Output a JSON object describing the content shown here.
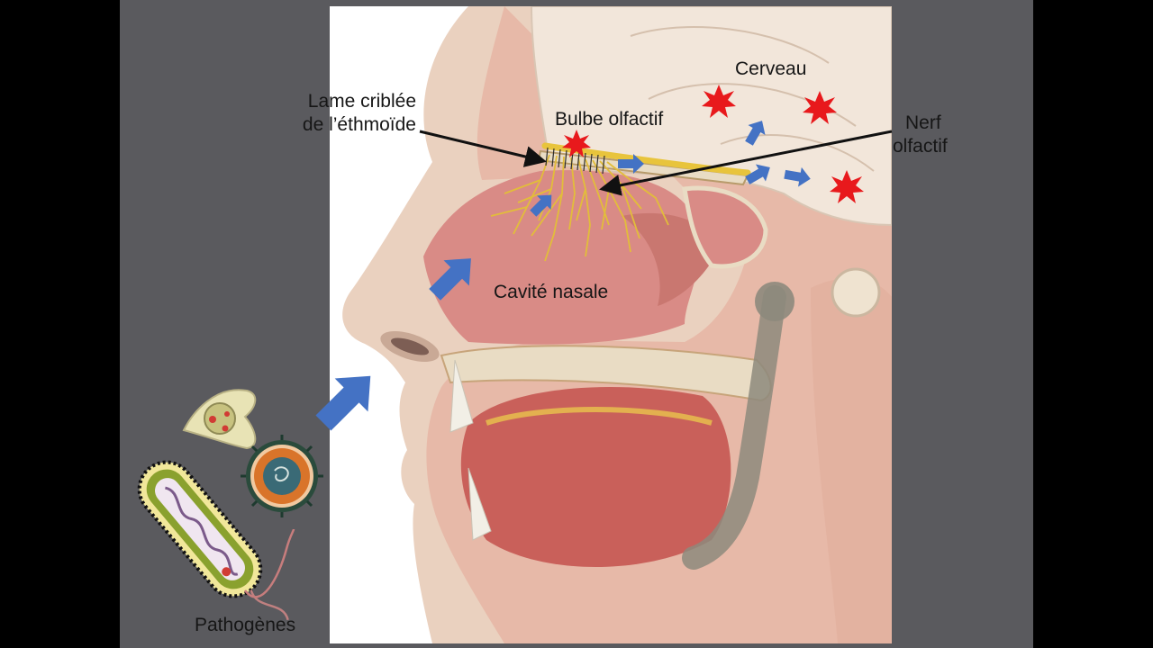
{
  "labels": {
    "lame_line1": "Lame criblée",
    "lame_line2": "de l’éthmoïde",
    "bulbe": "Bulbe olfactif",
    "cerveau": "Cerveau",
    "nerf_line1": "Nerf",
    "nerf_line2": "olfactif",
    "cavite": "Cavité nasale",
    "pathogenes": "Pathogènes"
  },
  "colors": {
    "background": "#5a5a5e",
    "frame": "#000000",
    "arrow_blue": "#4472c4",
    "burst_red": "#e8191c",
    "nerve_yellow": "#e8c43c",
    "tissue_pink": "#d98b86",
    "skin": "#ead1bf",
    "bone": "#e9dcc4"
  },
  "icons": [
    "blue-arrow-icon",
    "red-burst-icon",
    "bacterium-icon",
    "virus-icon",
    "protozoan-icon"
  ]
}
